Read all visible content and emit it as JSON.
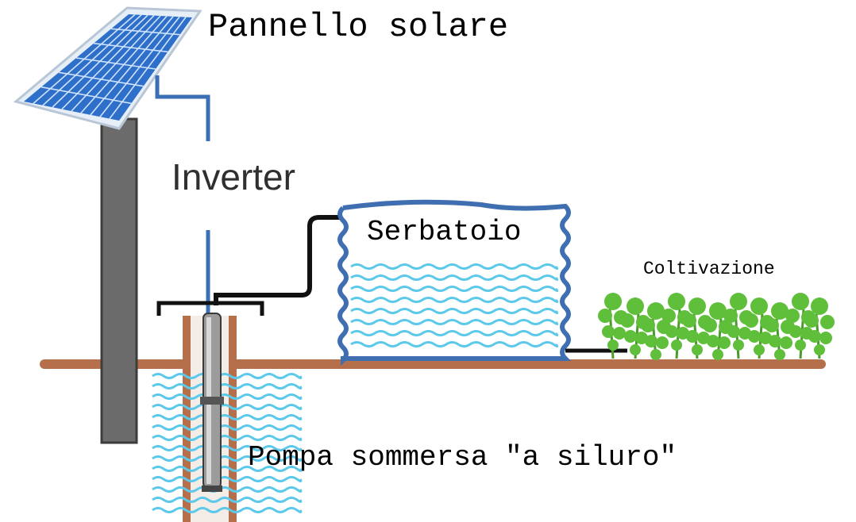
{
  "labels": {
    "solar_panel": "Pannello solare",
    "inverter": "Inverter",
    "tank": "Serbatoio",
    "crops": "Coltivazione",
    "pump": "Pompa sommersa \"a siluro\""
  },
  "colors": {
    "panel_cell": "#2e6fc9",
    "panel_frame": "#e6eef7",
    "pole": "#6b6b6b",
    "cable_blue": "#3b6fb6",
    "pipe_black": "#111111",
    "ground": "#b56f4a",
    "water": "#5cc8ea",
    "tank_outline": "#3f6fb0",
    "plants": "#5fbf3a"
  }
}
